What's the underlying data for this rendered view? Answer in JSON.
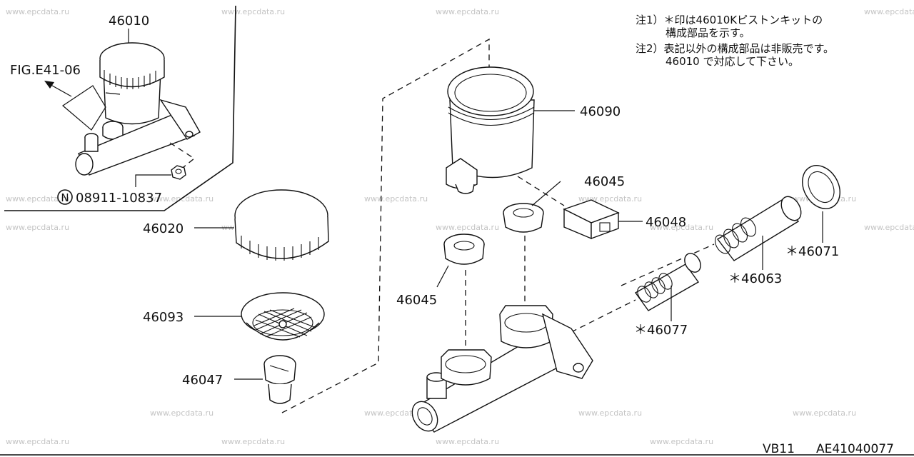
{
  "watermark": "www.epcdata.ru",
  "notes": [
    "注1）＊印は46010Kピストンキットの",
    "構成部品を示す。",
    "注2）表記以外の構成部品は非販売です。",
    "46010 で対応して下さい。"
  ],
  "inset": {
    "part_number": "46010",
    "fig_ref": "FIG.E41-06",
    "fastener_symbol": "N",
    "fastener_part": "08911-10837"
  },
  "parts": {
    "cap": "46020",
    "filter": "46093",
    "grommet_lower": "46047",
    "reservoir": "46090",
    "seal_upper": "46045",
    "seal_lower": "46045",
    "pin": "46048",
    "primary_piston": "＊46077",
    "secondary_piston": "＊46063",
    "snap_ring": "＊46071"
  },
  "footer": {
    "model": "VB11",
    "code": "AE41040077"
  }
}
